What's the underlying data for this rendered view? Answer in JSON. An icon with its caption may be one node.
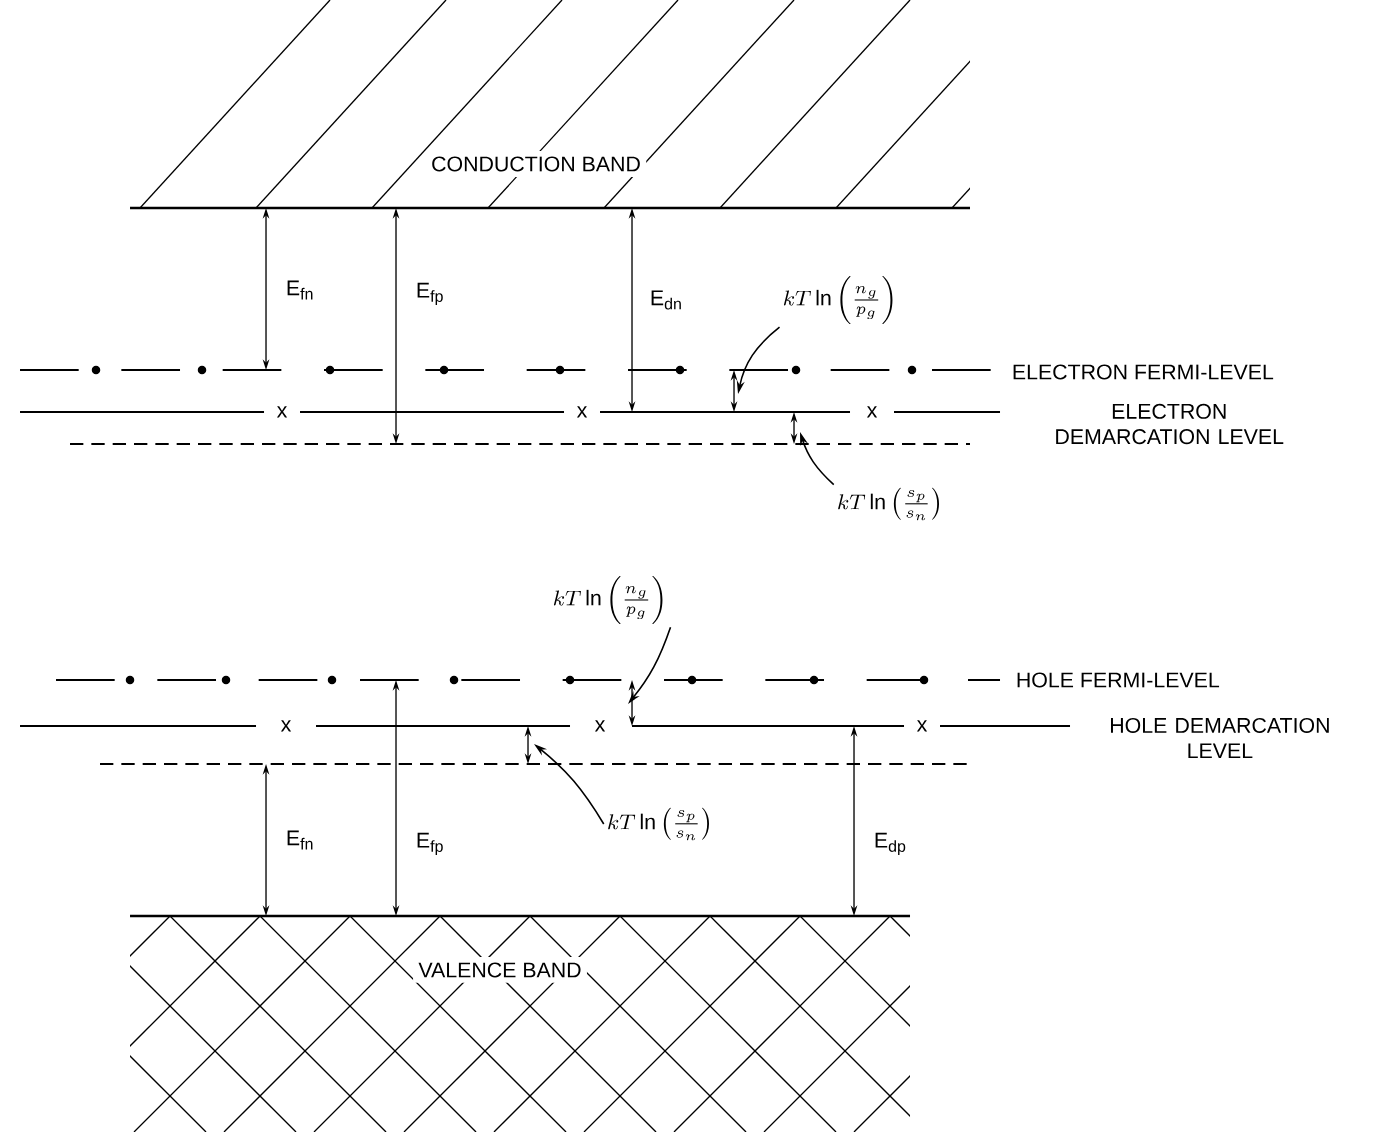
{
  "diagram": {
    "nodes": [
      {
        "text": [
          "kT\\ln\\left(\\frac{n_g}{p_g}\\right)"
        ]
      },
      {
        "text": [
          "kT\\ln\\left(\\frac{s_p}{s_n}\\right)"
        ]
      },
      {
        "text": [
          "kT\\ln\\left(\\frac{n_g}{p_g}\\right)"
        ]
      },
      {
        "text": [
          "kT\\ln\\left(\\frac{s_p}{s_n}\\right)"
        ]
      }
    ],
    "edges": [
      {
        "from": 0,
        "to": null,
        "arrow": "to"
      },
      {
        "from": 1,
        "to": null,
        "arrow": "to"
      },
      {
        "from": 2,
        "to": null,
        "arrow": "to"
      },
      {
        "from": 3,
        "to": null,
        "arrow": "to"
      }
    ],
    "labels": [
      "CONDUCTION BAND",
      "E$_{fn}$",
      "E$_{fp}$",
      "E$_{dn}$",
      "ELECTRON FERMI-LEVEL",
      "x",
      "x",
      "x",
      "ELECTRON DEMARCATION LEVEL",
      "HOLE FERMI-LEVEL",
      "x",
      "x",
      "x",
      "HOLE DEMARCATION LEVEL",
      "E$_{fn}$",
      "E$_{fp}$",
      "E$_{dp}$",
      "VALENCE BAND"
    ]
  }
}
